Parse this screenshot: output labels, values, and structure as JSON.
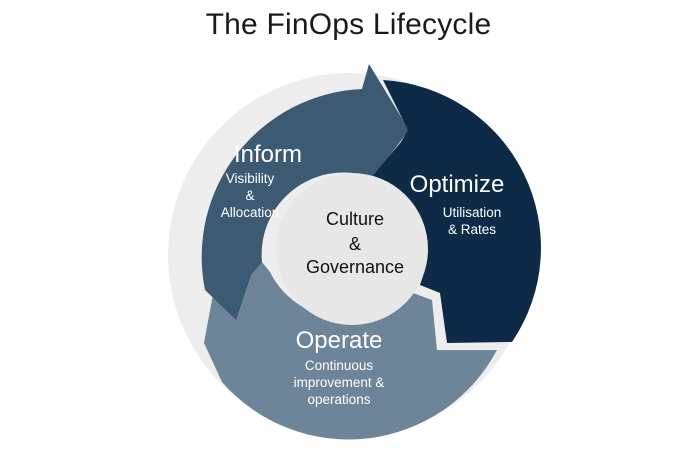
{
  "title": "The FinOps Lifecycle",
  "center": {
    "line1": "Culture",
    "line2": "&",
    "line3": "Governance"
  },
  "segments": {
    "inform": {
      "title": "Inform",
      "line1": "Visibility",
      "line2": "&",
      "line3": "Allocation",
      "color": "#3d5a73"
    },
    "optimize": {
      "title": "Optimize",
      "line1": "Utilisation",
      "line2": "& Rates",
      "color": "#0d2b47"
    },
    "operate": {
      "title": "Operate",
      "line1": "Continuous",
      "line2": "improvement &",
      "line3": "operations",
      "color": "#6d8499"
    }
  },
  "colors": {
    "outer_ring": "#ededed",
    "center_disc": "#e7e7e7"
  }
}
